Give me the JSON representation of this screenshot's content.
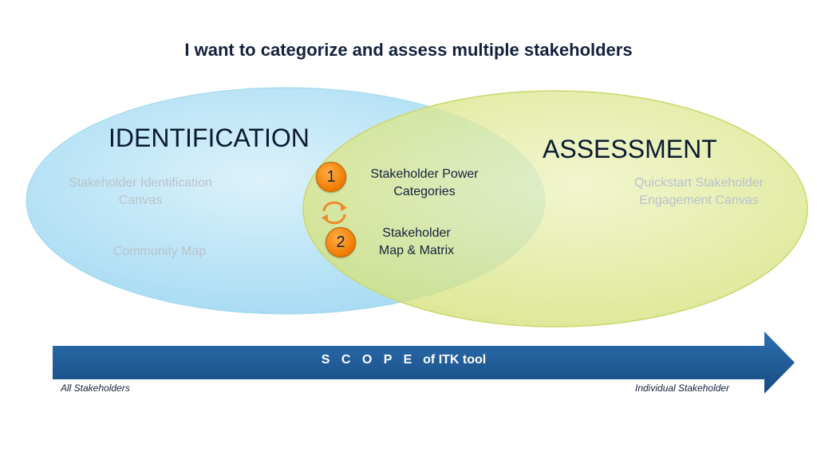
{
  "title": "I want to categorize and assess multiple stakeholders",
  "identification": {
    "heading": "IDENTIFICATION",
    "items": [
      {
        "line1": "Stakeholder Identification",
        "line2": "Canvas"
      },
      {
        "line1": "Community Map"
      }
    ]
  },
  "assessment": {
    "heading": "ASSESSMENT",
    "items": [
      {
        "line1": "Quickstart Stakeholder",
        "line2": "Engagement Canvas"
      }
    ]
  },
  "steps": [
    {
      "number": "1",
      "line1": "Stakeholder Power",
      "line2": "Categories"
    },
    {
      "number": "2",
      "line1": "Stakeholder",
      "line2": "Map & Matrix"
    }
  ],
  "icons": {
    "cycle": "cycle-arrows-icon"
  },
  "scope_arrow": {
    "word": "S C O P E",
    "rest": "of ITK tool",
    "left_label": "All Stakeholders",
    "right_label": "Individual Stakeholder"
  },
  "colors": {
    "identification_fill": "#bfe6f7",
    "assessment_fill": "#e2eaa0",
    "arrow": "#1f5f9c",
    "badge": "#f28a1a"
  }
}
